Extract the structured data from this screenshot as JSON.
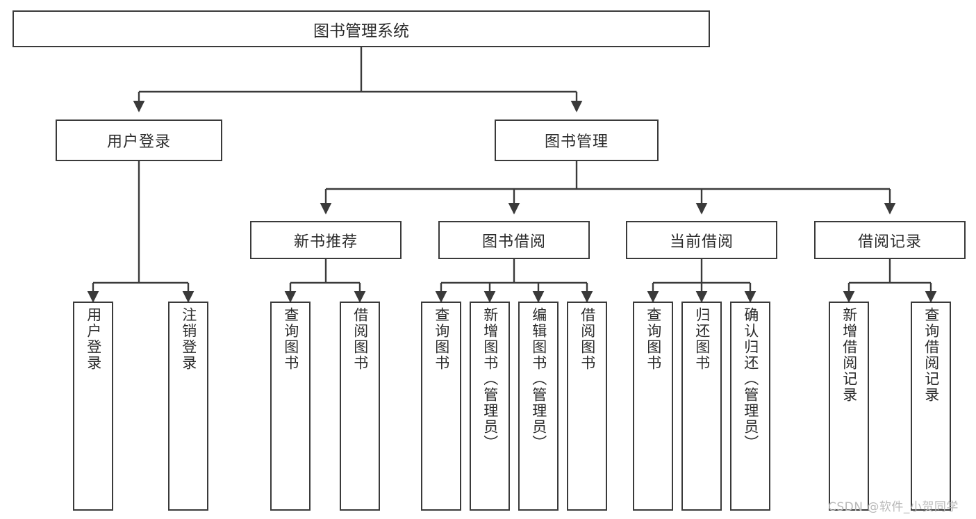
{
  "diagram": {
    "title": "图书管理系统",
    "type": "功能结构图",
    "stroke_color": "#3a3a3a",
    "text_color": "#2b2b2b",
    "background_color": "#ffffff",
    "watermark": "CSDN @软件_小贺同学"
  },
  "nodes": {
    "root": {
      "label": "图书管理系统"
    },
    "level2": [
      {
        "label": "用户登录"
      },
      {
        "label": "图书管理"
      }
    ],
    "level3": [
      {
        "label": "新书推荐"
      },
      {
        "label": "图书借阅"
      },
      {
        "label": "当前借阅"
      },
      {
        "label": "借阅记录"
      }
    ],
    "leaves": [
      {
        "label": "用户登录",
        "parent": "用户登录"
      },
      {
        "label": "注销登录",
        "parent": "用户登录"
      },
      {
        "label": "查询图书",
        "parent": "新书推荐"
      },
      {
        "label": "借阅图书",
        "parent": "新书推荐"
      },
      {
        "label": "查询图书",
        "parent": "图书借阅"
      },
      {
        "label": "新增图书（管理员）",
        "parent": "图书借阅"
      },
      {
        "label": "编辑图书（管理员）",
        "parent": "图书借阅"
      },
      {
        "label": "借阅图书",
        "parent": "图书借阅"
      },
      {
        "label": "查询图书",
        "parent": "当前借阅"
      },
      {
        "label": "归还图书",
        "parent": "当前借阅"
      },
      {
        "label": "确认归还（管理员）",
        "parent": "当前借阅"
      },
      {
        "label": "新增借阅记录",
        "parent": "借阅记录"
      },
      {
        "label": "查询借阅记录",
        "parent": "借阅记录"
      }
    ]
  },
  "chart_data": {
    "type": "tree-diagram",
    "title": "图书管理系统",
    "hierarchy": [
      {
        "name": "图书管理系统",
        "children": [
          {
            "name": "用户登录",
            "children": [
              {
                "name": "用户登录"
              },
              {
                "name": "注销登录"
              }
            ]
          },
          {
            "name": "图书管理",
            "children": [
              {
                "name": "新书推荐",
                "children": [
                  {
                    "name": "查询图书"
                  },
                  {
                    "name": "借阅图书"
                  }
                ]
              },
              {
                "name": "图书借阅",
                "children": [
                  {
                    "name": "查询图书"
                  },
                  {
                    "name": "新增图书（管理员）"
                  },
                  {
                    "name": "编辑图书（管理员）"
                  },
                  {
                    "name": "借阅图书"
                  }
                ]
              },
              {
                "name": "当前借阅",
                "children": [
                  {
                    "name": "查询图书"
                  },
                  {
                    "name": "归还图书"
                  },
                  {
                    "name": "确认归还（管理员）"
                  }
                ]
              },
              {
                "name": "借阅记录",
                "children": [
                  {
                    "name": "新增借阅记录"
                  },
                  {
                    "name": "查询借阅记录"
                  }
                ]
              }
            ]
          }
        ]
      }
    ]
  }
}
